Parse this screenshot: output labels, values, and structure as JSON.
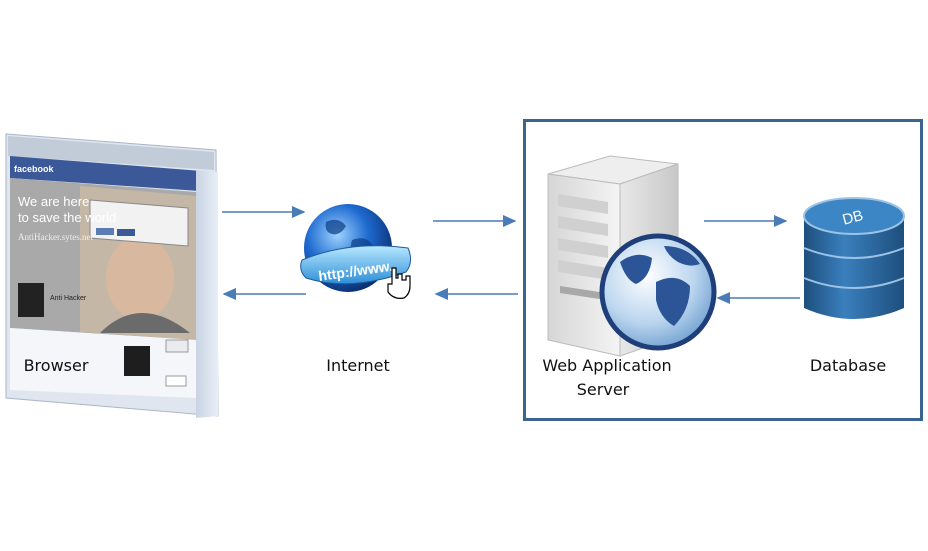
{
  "labels": {
    "browser": "Browser",
    "internet": "Internet",
    "server_line1": "Web Application",
    "server_line2": "Server",
    "database": "Database"
  },
  "icons": {
    "browser": "browser-screenshot-icon",
    "internet": "http-www-globe-icon",
    "server": "server-tower-globe-icon",
    "database": "database-cylinder-icon"
  },
  "icon_text": {
    "globe_url": "http://www.",
    "db_label": "DB",
    "browser_site": "facebook",
    "browser_headline_1": "We are here",
    "browser_headline_2": "to save the world",
    "browser_subtext": "AntiHacker.sytes.net",
    "browser_user": "Anti Hacker"
  },
  "colors": {
    "arrow": "#4a7cb8",
    "box_border": "#3a6590",
    "db_blue": "#2f6da3",
    "facebook_blue": "#3b5998"
  }
}
